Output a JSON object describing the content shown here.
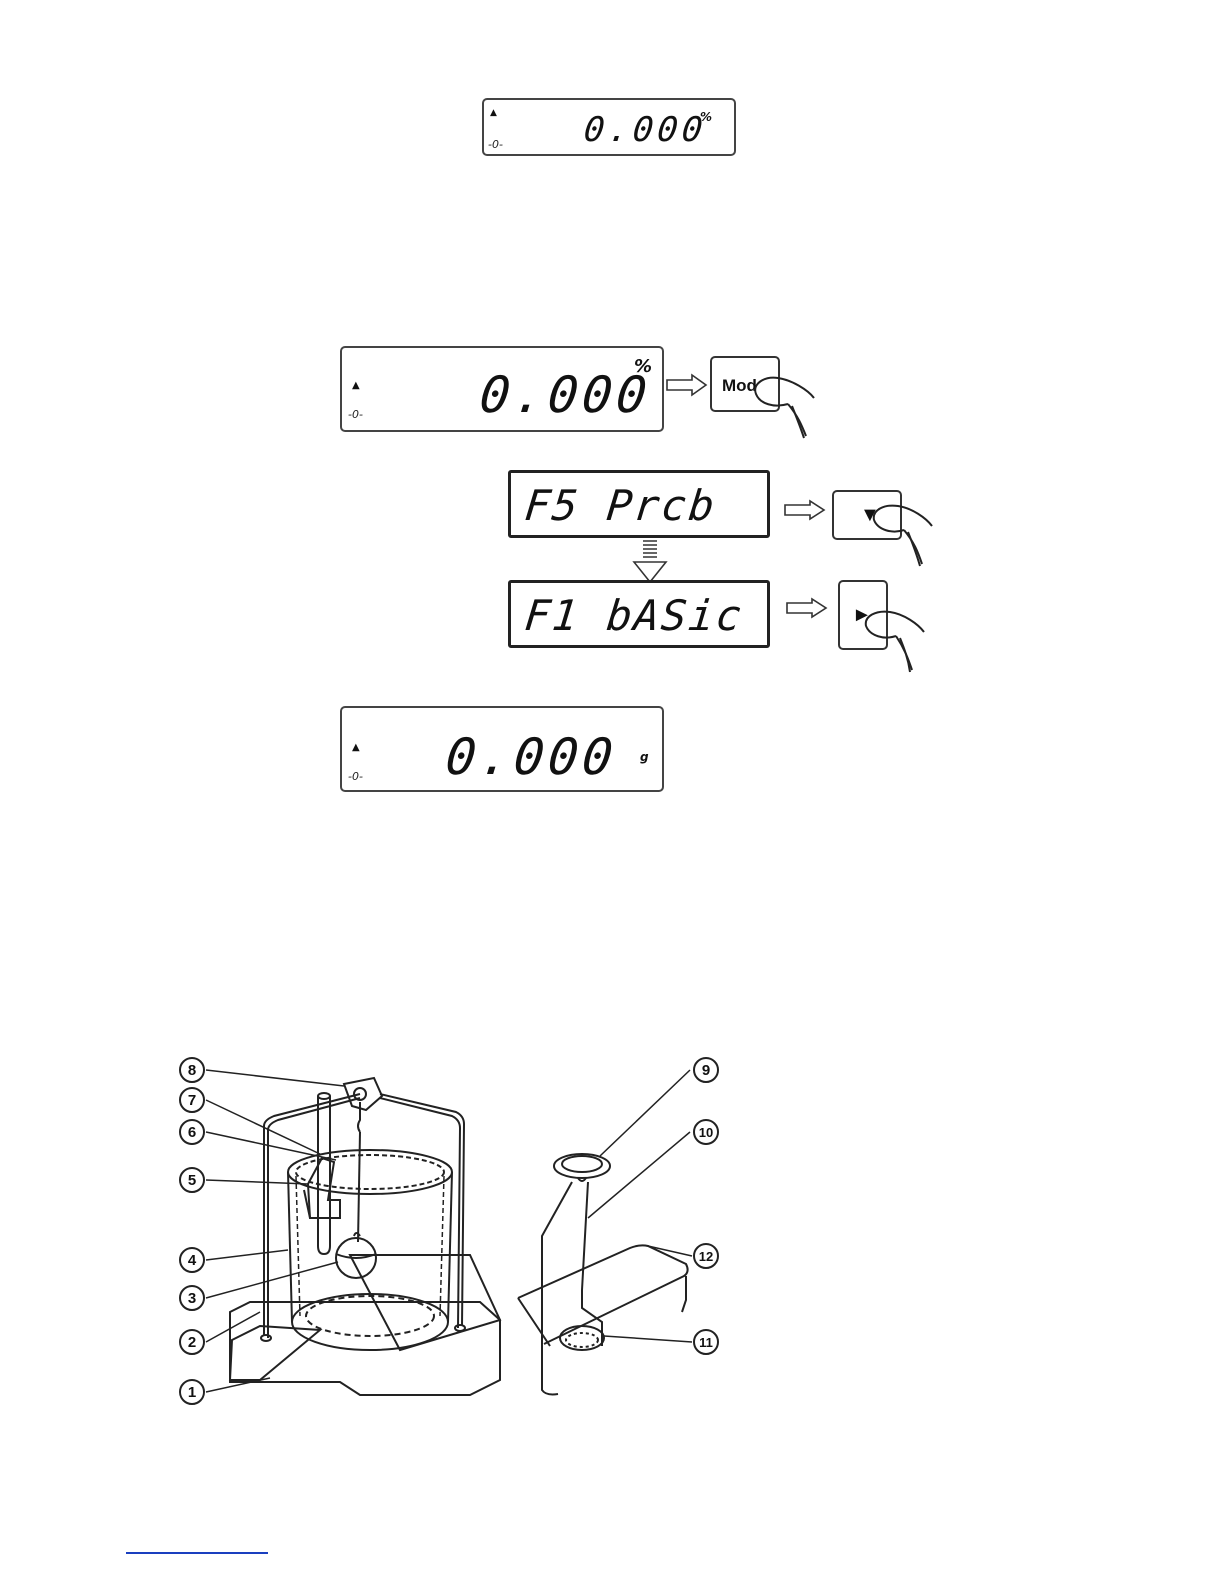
{
  "display_top": {
    "value": "0.000",
    "unit": "%",
    "stab": "▲",
    "zero": "-0-"
  },
  "display_mode": {
    "value": "0.000",
    "unit": "%",
    "stab": "▲",
    "zero": "-0-"
  },
  "key_mode": {
    "label": "Mod"
  },
  "display_f5": {
    "text": "F5  Prcb"
  },
  "display_f1": {
    "text": "F1 bASic"
  },
  "key_down": {
    "label": "▼"
  },
  "key_right": {
    "label": "►"
  },
  "display_grams": {
    "value": "0.000",
    "unit": "g",
    "stab": "▲",
    "zero": "-0-"
  },
  "callouts": {
    "c1": "1",
    "c2": "2",
    "c3": "3",
    "c4": "4",
    "c5": "5",
    "c6": "6",
    "c7": "7",
    "c8": "8",
    "c9": "9",
    "c10": "10",
    "c11": "11",
    "c12": "12"
  }
}
